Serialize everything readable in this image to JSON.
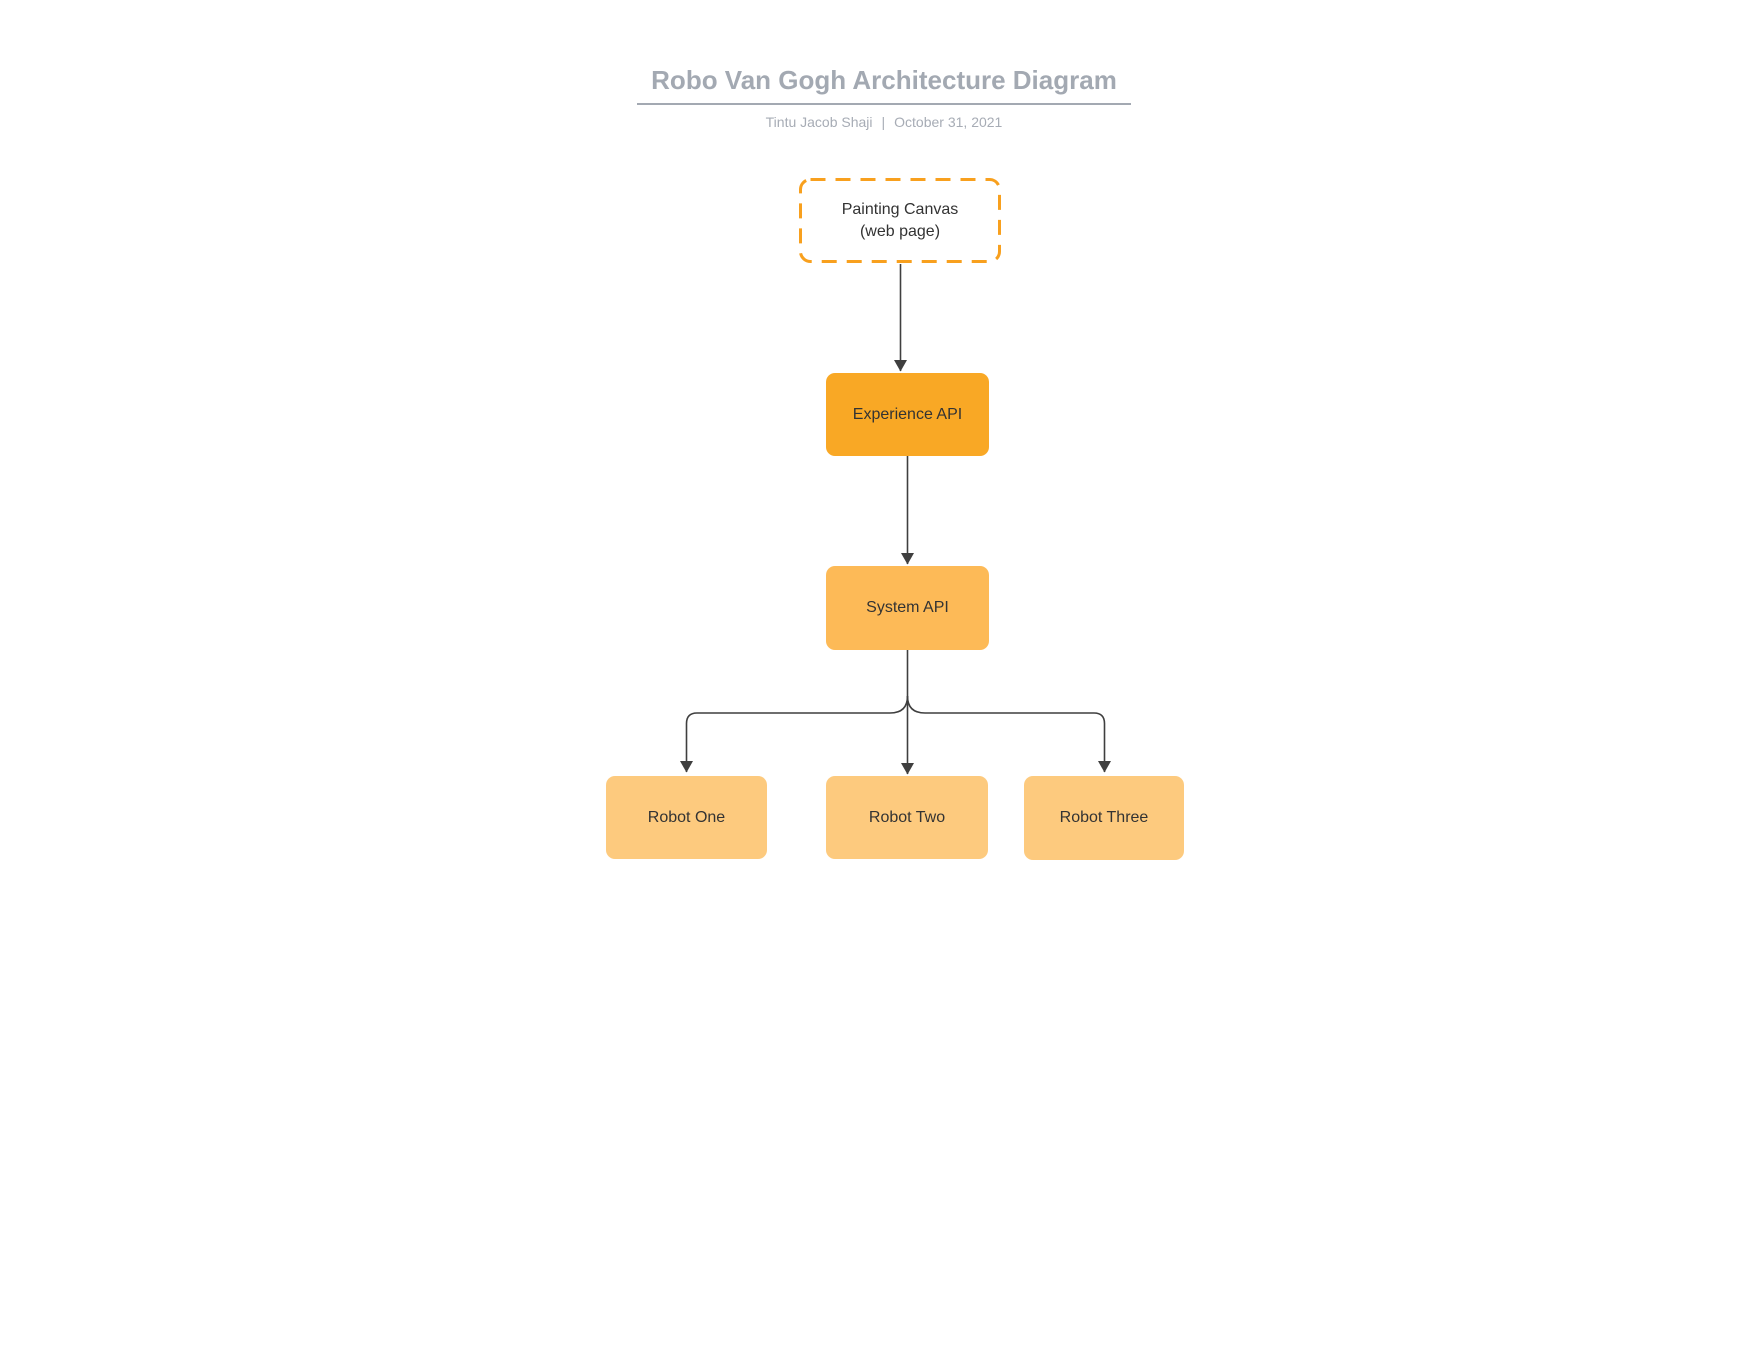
{
  "header": {
    "title": "Robo Van Gogh Architecture Diagram",
    "author": "Tintu Jacob Shaji",
    "separator": "|",
    "date": "October 31, 2021"
  },
  "diagram": {
    "nodes": {
      "canvas": {
        "label_line1": "Painting Canvas",
        "label_line2": "(web page)"
      },
      "experience": {
        "label": "Experience API"
      },
      "system": {
        "label": "System API"
      },
      "robots": [
        {
          "label": "Robot One"
        },
        {
          "label": "Robot Two"
        },
        {
          "label": "Robot Three"
        }
      ]
    }
  },
  "colors": {
    "canvas-border": "#F8A01E",
    "experience-fill": "#F9A825",
    "system-fill": "#FDBA57",
    "robot-fill": "#FDCA7E",
    "connector": "#3F3F3F",
    "node-text": "#333333",
    "header-text": "#A3A9B2",
    "subtitle-text": "#A7ACB5"
  }
}
